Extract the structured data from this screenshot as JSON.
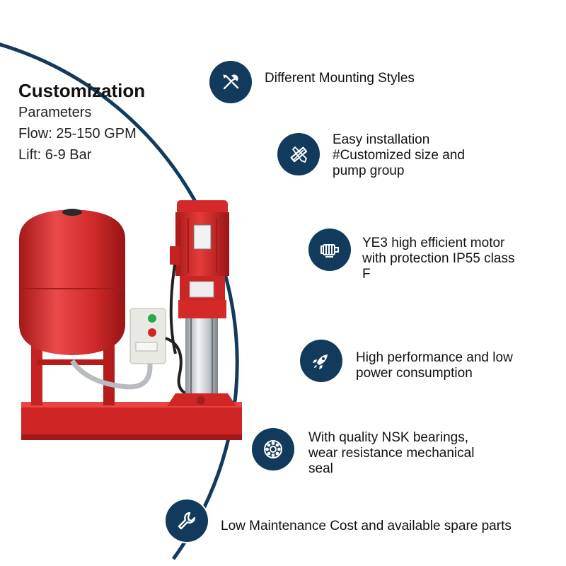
{
  "spec": {
    "title": "Customization",
    "lines": [
      "Parameters",
      "Flow: 25-150 GPM",
      "Lift: 6-9 Bar"
    ]
  },
  "colors": {
    "icon_circle": "#113a5c",
    "arc": "#113a5c",
    "pump_red": "#d42b2b",
    "steel": "#c8ccd0"
  },
  "features": [
    {
      "icon": "tools-icon",
      "lines": [
        "Different Mounting Styles"
      ]
    },
    {
      "icon": "pencil-ruler-icon",
      "lines": [
        "Easy installation",
        "#Customized size and",
        "pump group"
      ]
    },
    {
      "icon": "motor-icon",
      "lines": [
        "YE3 high efficient motor",
        "with protection IP55 class",
        "F"
      ]
    },
    {
      "icon": "rocket-icon",
      "lines": [
        "High performance and low",
        "power consumption"
      ]
    },
    {
      "icon": "bearing-icon",
      "lines": [
        "With quality NSK bearings,",
        "wear resistance mechanical",
        "seal"
      ]
    },
    {
      "icon": "wrench-icon",
      "lines": [
        "Low Maintenance Cost and available spare parts"
      ]
    }
  ]
}
